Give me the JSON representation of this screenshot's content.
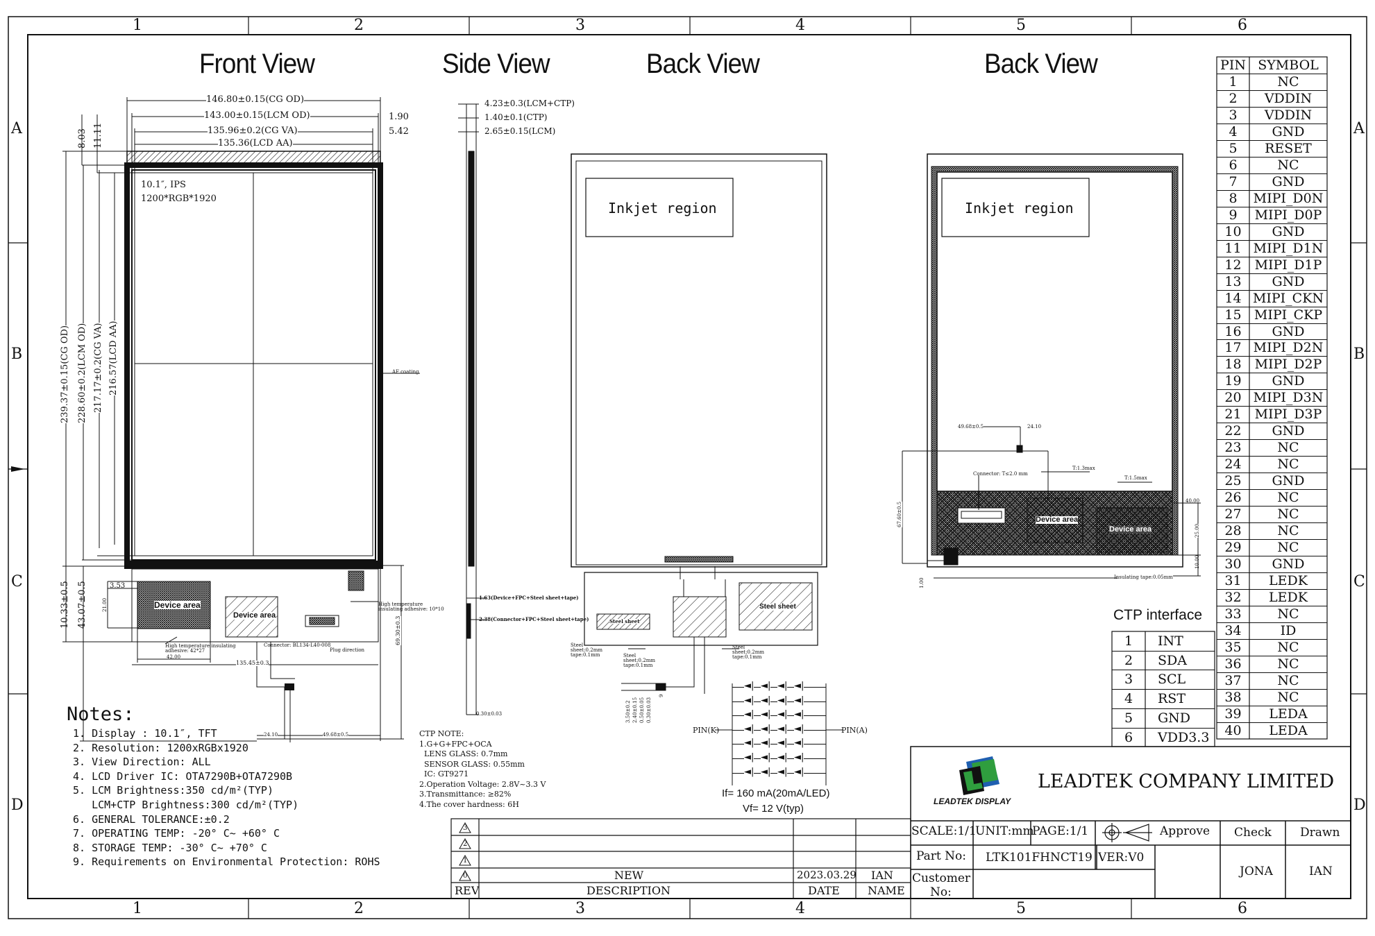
{
  "grid": {
    "cols": [
      "1",
      "2",
      "3",
      "4",
      "5",
      "6"
    ],
    "rows": [
      "A",
      "B",
      "C",
      "D"
    ]
  },
  "titles": {
    "front": "Front View",
    "side": "Side View",
    "back1": "Back View",
    "back2": "Back View"
  },
  "front": {
    "dims_top": [
      "146.80±0.15(CG OD)",
      "143.00±0.15(LCM OD)",
      "135.96±0.2(CG VA)",
      "135.36(LCD AA)"
    ],
    "dims_right": [
      "1.90",
      "5.42"
    ],
    "dims_left_small": [
      "8.03",
      "11.11"
    ],
    "dims_left": [
      "239.37±0.15(CG OD)",
      "228.60±0.2(LCM OD)",
      "217.17±0.2(CG VA)",
      "216.57(LCD AA)"
    ],
    "spec1": "10.1″, IPS",
    "spec2": "1200*RGB*1920",
    "af": "AF coating",
    "dims_bottom_left": [
      "10.33±0.5",
      "43.07±0.5"
    ],
    "d353": "3.53",
    "d21": "21.00",
    "device_area": "Device area",
    "device_area2": "Device area",
    "hti1": "High temperature insulating adhesive: 42*27",
    "hti2": "High temperature insulating adhesive: 10*10",
    "d42": "42.00",
    "d13545": "135.45±0.3",
    "connector": "Connector: BL134-L40-008",
    "plug": "Plug direction",
    "d6930": "69.30±0.3",
    "d2410": "24.10",
    "d4968": "49.68±0.5"
  },
  "side": {
    "dims": [
      "4.23±0.3(LCM+CTP)",
      "1.40±0.1(CTP)",
      "2.65±0.15(LCM)"
    ],
    "d163": "1.63(Device+FPC+Steel sheet+tape)",
    "d238": "2.38(Connector+FPC+Steel sheet+tape)",
    "d030": "0.30±0.03"
  },
  "back1": {
    "inkjet": "Inkjet region",
    "steel1": "Steel sheet",
    "steel2": "Steel sheet",
    "steel_note1": "Steel sheet:0.2mm tape:0.1mm",
    "steel_note2": "Steel sheet:0.2mm tape:0.1mm",
    "steel_note3": "Steel sheet:0.2mm tape:0.1mm",
    "fpc_dims": [
      "3.50±0.2",
      "2.40±0.15",
      "0.50±0.05",
      "0.30±0.03",
      "9"
    ]
  },
  "led": {
    "pin_k": "PIN(K)",
    "pin_a": "PIN(A)",
    "if": "If= 160 mA(20mA/LED)",
    "vf": "Vf= 12 V(typ)"
  },
  "back2": {
    "inkjet": "Inkjet region",
    "d4968": "49.68±0.5",
    "d2410": "24.10",
    "connector": "Connector: T≤2.0 mm",
    "t13": "T:1.3max",
    "t15": "T:1.5max",
    "device_area": "Device area",
    "device_area2": "Device area",
    "d6760": "67.60±0.5",
    "d40a": "40.00",
    "d25": "25.00",
    "d10": "10.00",
    "d100": "1.00",
    "insulating": "Insulating tape:0.05mm"
  },
  "notes": {
    "heading": "Notes:",
    "items": [
      "1. Display : 10.1″, TFT",
      "2. Resolution: 1200xRGBx1920",
      "3. View Direction: ALL",
      "4. LCD Driver IC: OTA7290B+OTA7290B",
      "5. LCM Brightness:350 cd/m²(TYP)",
      "   LCM+CTP Brightness:300 cd/m²(TYP)",
      "6. GENERAL TOLERANCE:±0.2",
      "7. OPERATING TEMP: -20° C~ +60° C",
      "8. STORAGE TEMP: -30° C~ +70° C",
      "9. Requirements on Environmental Protection: ROHS"
    ]
  },
  "ctp_note": {
    "items": [
      "CTP NOTE:",
      "1.G+G+FPC+OCA",
      "  LENS GLASS: 0.7mm",
      "  SENSOR GLASS: 0.55mm",
      "  IC: GT9271",
      "2.Operation Voltage: 2.8V~3.3 V",
      "3.Transmittance: ≥82%",
      "4.The cover hardness: 6H"
    ]
  },
  "pin_table": {
    "headers": [
      "PIN",
      "SYMBOL"
    ],
    "rows": [
      [
        "1",
        "NC"
      ],
      [
        "2",
        "VDDIN"
      ],
      [
        "3",
        "VDDIN"
      ],
      [
        "4",
        "GND"
      ],
      [
        "5",
        "RESET"
      ],
      [
        "6",
        "NC"
      ],
      [
        "7",
        "GND"
      ],
      [
        "8",
        "MIPI_D0N"
      ],
      [
        "9",
        "MIPI_D0P"
      ],
      [
        "10",
        "GND"
      ],
      [
        "11",
        "MIPI_D1N"
      ],
      [
        "12",
        "MIPI_D1P"
      ],
      [
        "13",
        "GND"
      ],
      [
        "14",
        "MIPI_CKN"
      ],
      [
        "15",
        "MIPI_CKP"
      ],
      [
        "16",
        "GND"
      ],
      [
        "17",
        "MIPI_D2N"
      ],
      [
        "18",
        "MIPI_D2P"
      ],
      [
        "19",
        "GND"
      ],
      [
        "20",
        "MIPI_D3N"
      ],
      [
        "21",
        "MIPI_D3P"
      ],
      [
        "22",
        "GND"
      ],
      [
        "23",
        "NC"
      ],
      [
        "24",
        "NC"
      ],
      [
        "25",
        "GND"
      ],
      [
        "26",
        "NC"
      ],
      [
        "27",
        "NC"
      ],
      [
        "28",
        "NC"
      ],
      [
        "29",
        "NC"
      ],
      [
        "30",
        "GND"
      ],
      [
        "31",
        "LEDK"
      ],
      [
        "32",
        "LEDK"
      ],
      [
        "33",
        "NC"
      ],
      [
        "34",
        "ID"
      ],
      [
        "35",
        "NC"
      ],
      [
        "36",
        "NC"
      ],
      [
        "37",
        "NC"
      ],
      [
        "38",
        "NC"
      ],
      [
        "39",
        "LEDA"
      ],
      [
        "40",
        "LEDA"
      ]
    ]
  },
  "ctp_interface": {
    "title": "CTP interface",
    "rows": [
      [
        "1",
        "INT"
      ],
      [
        "2",
        "SDA"
      ],
      [
        "3",
        "SCL"
      ],
      [
        "4",
        "RST"
      ],
      [
        "5",
        "GND"
      ],
      [
        "6",
        "VDD3.3"
      ]
    ]
  },
  "title_block": {
    "company": "LEADTEK COMPANY LIMITED",
    "logo_text": "LEADTEK DISPLAY",
    "scale": "SCALE:1/1",
    "unit": "UNIT:mm",
    "page": "PAGE:1/1",
    "approve": "Approve",
    "check": "Check",
    "drawn": "Drawn",
    "part_label": "Part No:",
    "part_no": "LTK101FHNCT19",
    "ver": "VER:V0",
    "customer_label1": "Customer",
    "customer_label2": "No:",
    "check_name": "JONA",
    "drawn_name": "IAN"
  },
  "revision": {
    "marks": [
      "3",
      "2",
      "1",
      "0"
    ],
    "rev_label": "REV",
    "desc_label": "DESCRIPTION",
    "date_label": "DATE",
    "name_label": "NAME",
    "desc": "NEW",
    "date": "2023.03.29",
    "name": "IAN"
  },
  "colors": {
    "line": "#111111",
    "logo_blue": "#1f5fb0",
    "logo_green": "#2f9e3e",
    "logo_black": "#111111"
  }
}
